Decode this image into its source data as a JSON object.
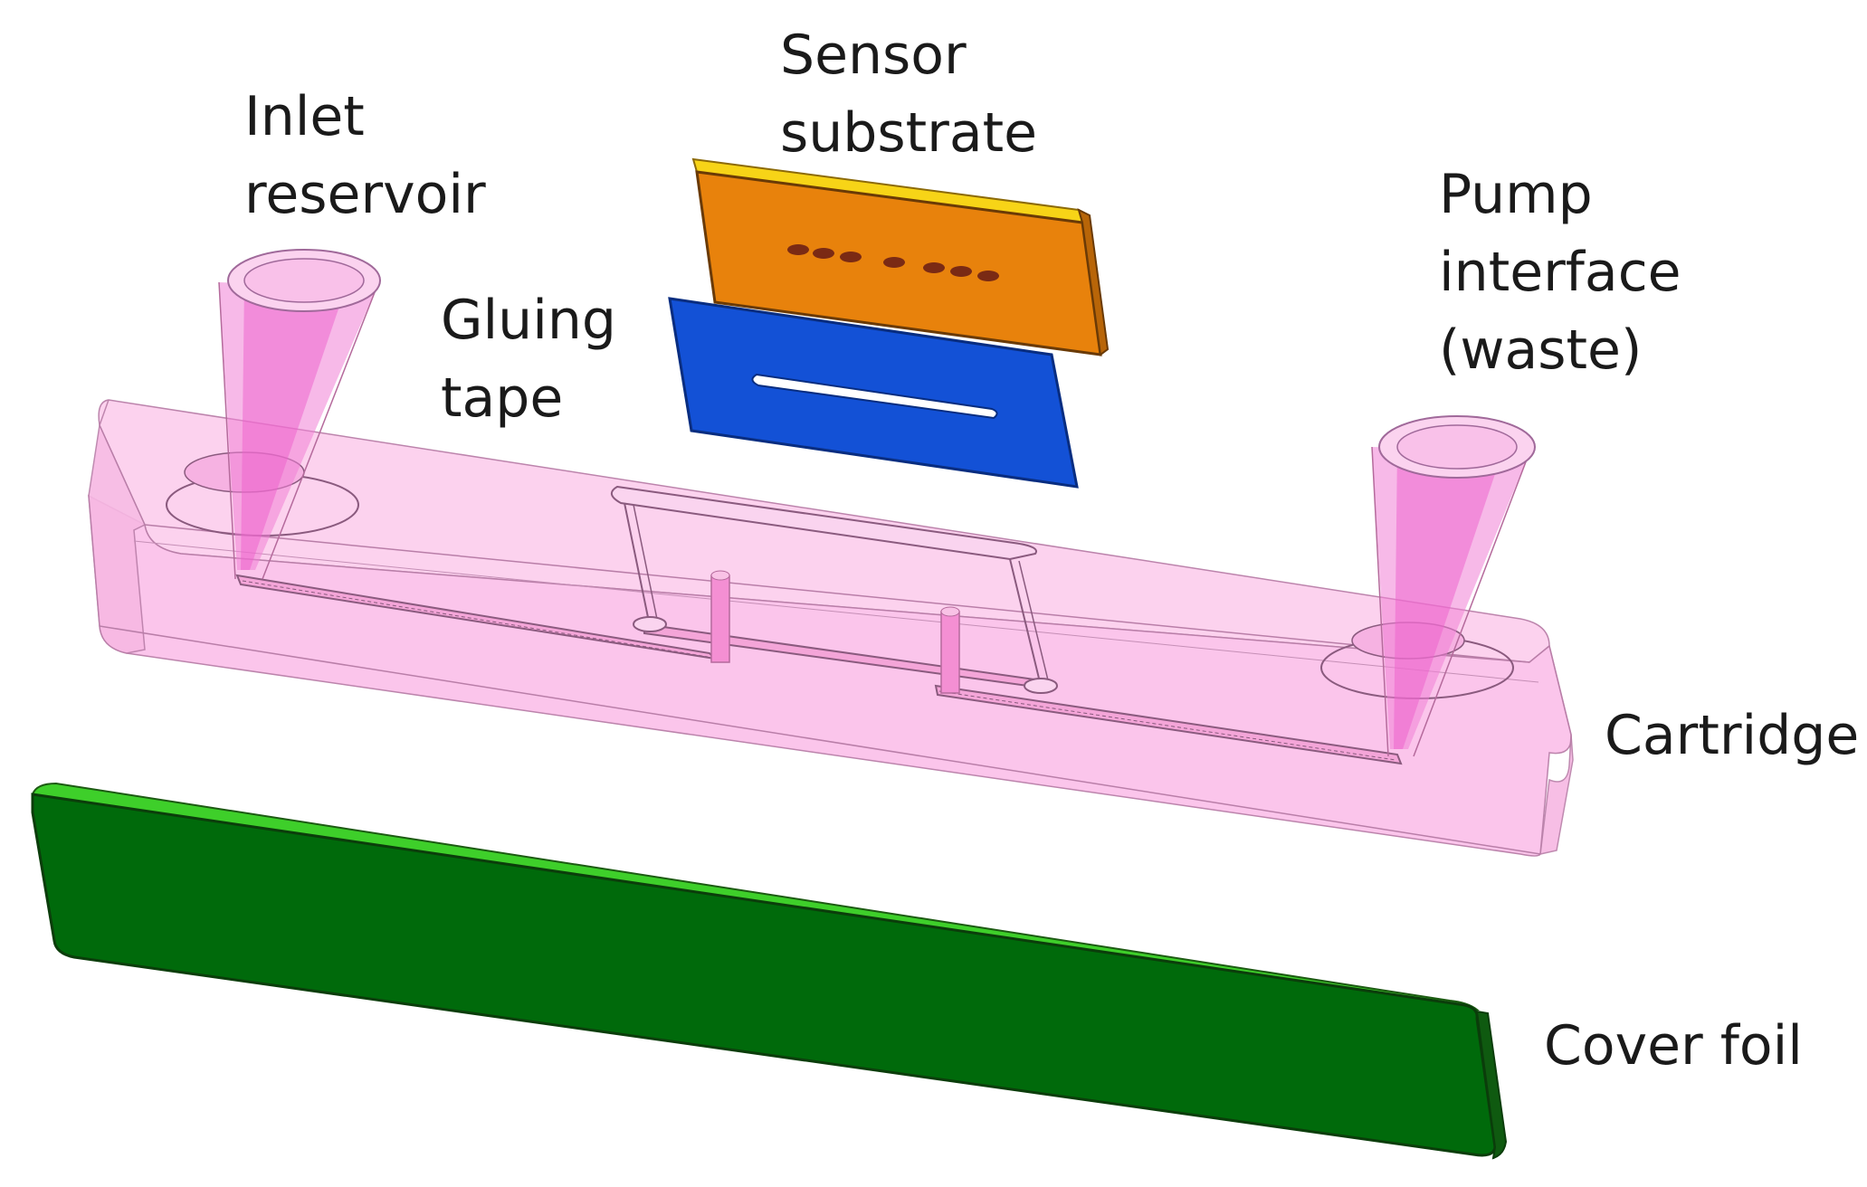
{
  "labels": {
    "sensor_substrate": [
      "Sensor",
      "substrate"
    ],
    "inlet_reservoir": [
      "Inlet",
      "reservoir"
    ],
    "pump_interface": [
      "Pump",
      "interface",
      "(waste)"
    ],
    "gluing_tape": [
      "Gluing",
      "tape"
    ],
    "cartridge": "Cartridge",
    "cover_foil": "Cover foil"
  },
  "colors": {
    "sensor_substrate": "#E8820C",
    "sensor_edge": "#F7D417",
    "sensor_spots": "#7A2A14",
    "gluing_tape": "#1351D6",
    "cartridge": "#F9B5E3",
    "reservoir": "#F17FD6",
    "cover_foil": "#006A0B",
    "cover_foil_edge": "#3ECF2A"
  }
}
